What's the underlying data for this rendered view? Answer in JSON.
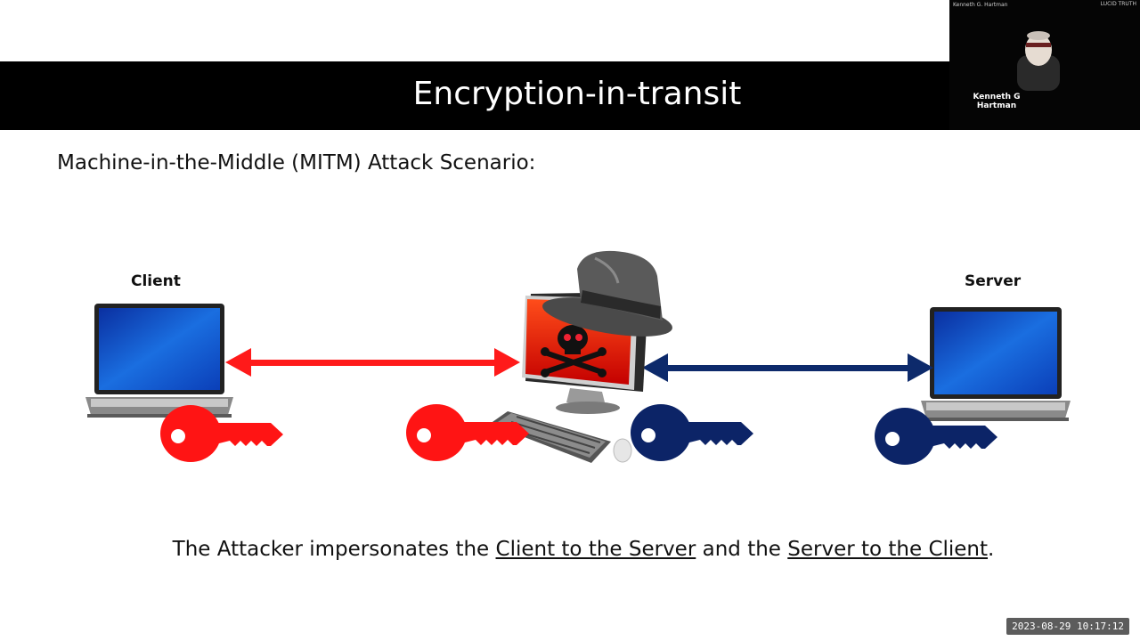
{
  "slide": {
    "title": "Encryption-in-transit",
    "subtitle": "Machine-in-the-Middle (MITM) Attack Scenario:",
    "client_label": "Client",
    "server_label": "Server",
    "caption": {
      "part1": "The Attacker impersonates the ",
      "link1": "Client to the Server",
      "part2": " and the ",
      "link2": "Server to the Client",
      "part3": "."
    }
  },
  "webcam": {
    "top_name": "Kenneth G. Hartman",
    "logo_text": "LUCID TRUTH",
    "name": "Kenneth G Hartman"
  },
  "timestamp": "2023-08-29 10:17:12",
  "colors": {
    "red_key": "#ff1414",
    "blue_key": "#0c2467",
    "red_arrow": "#ff1a1a",
    "blue_arrow": "#0d2a6b",
    "title_bar": "#000000"
  },
  "icons": [
    "laptop-icon",
    "hacker-computer-icon",
    "key-icon"
  ]
}
